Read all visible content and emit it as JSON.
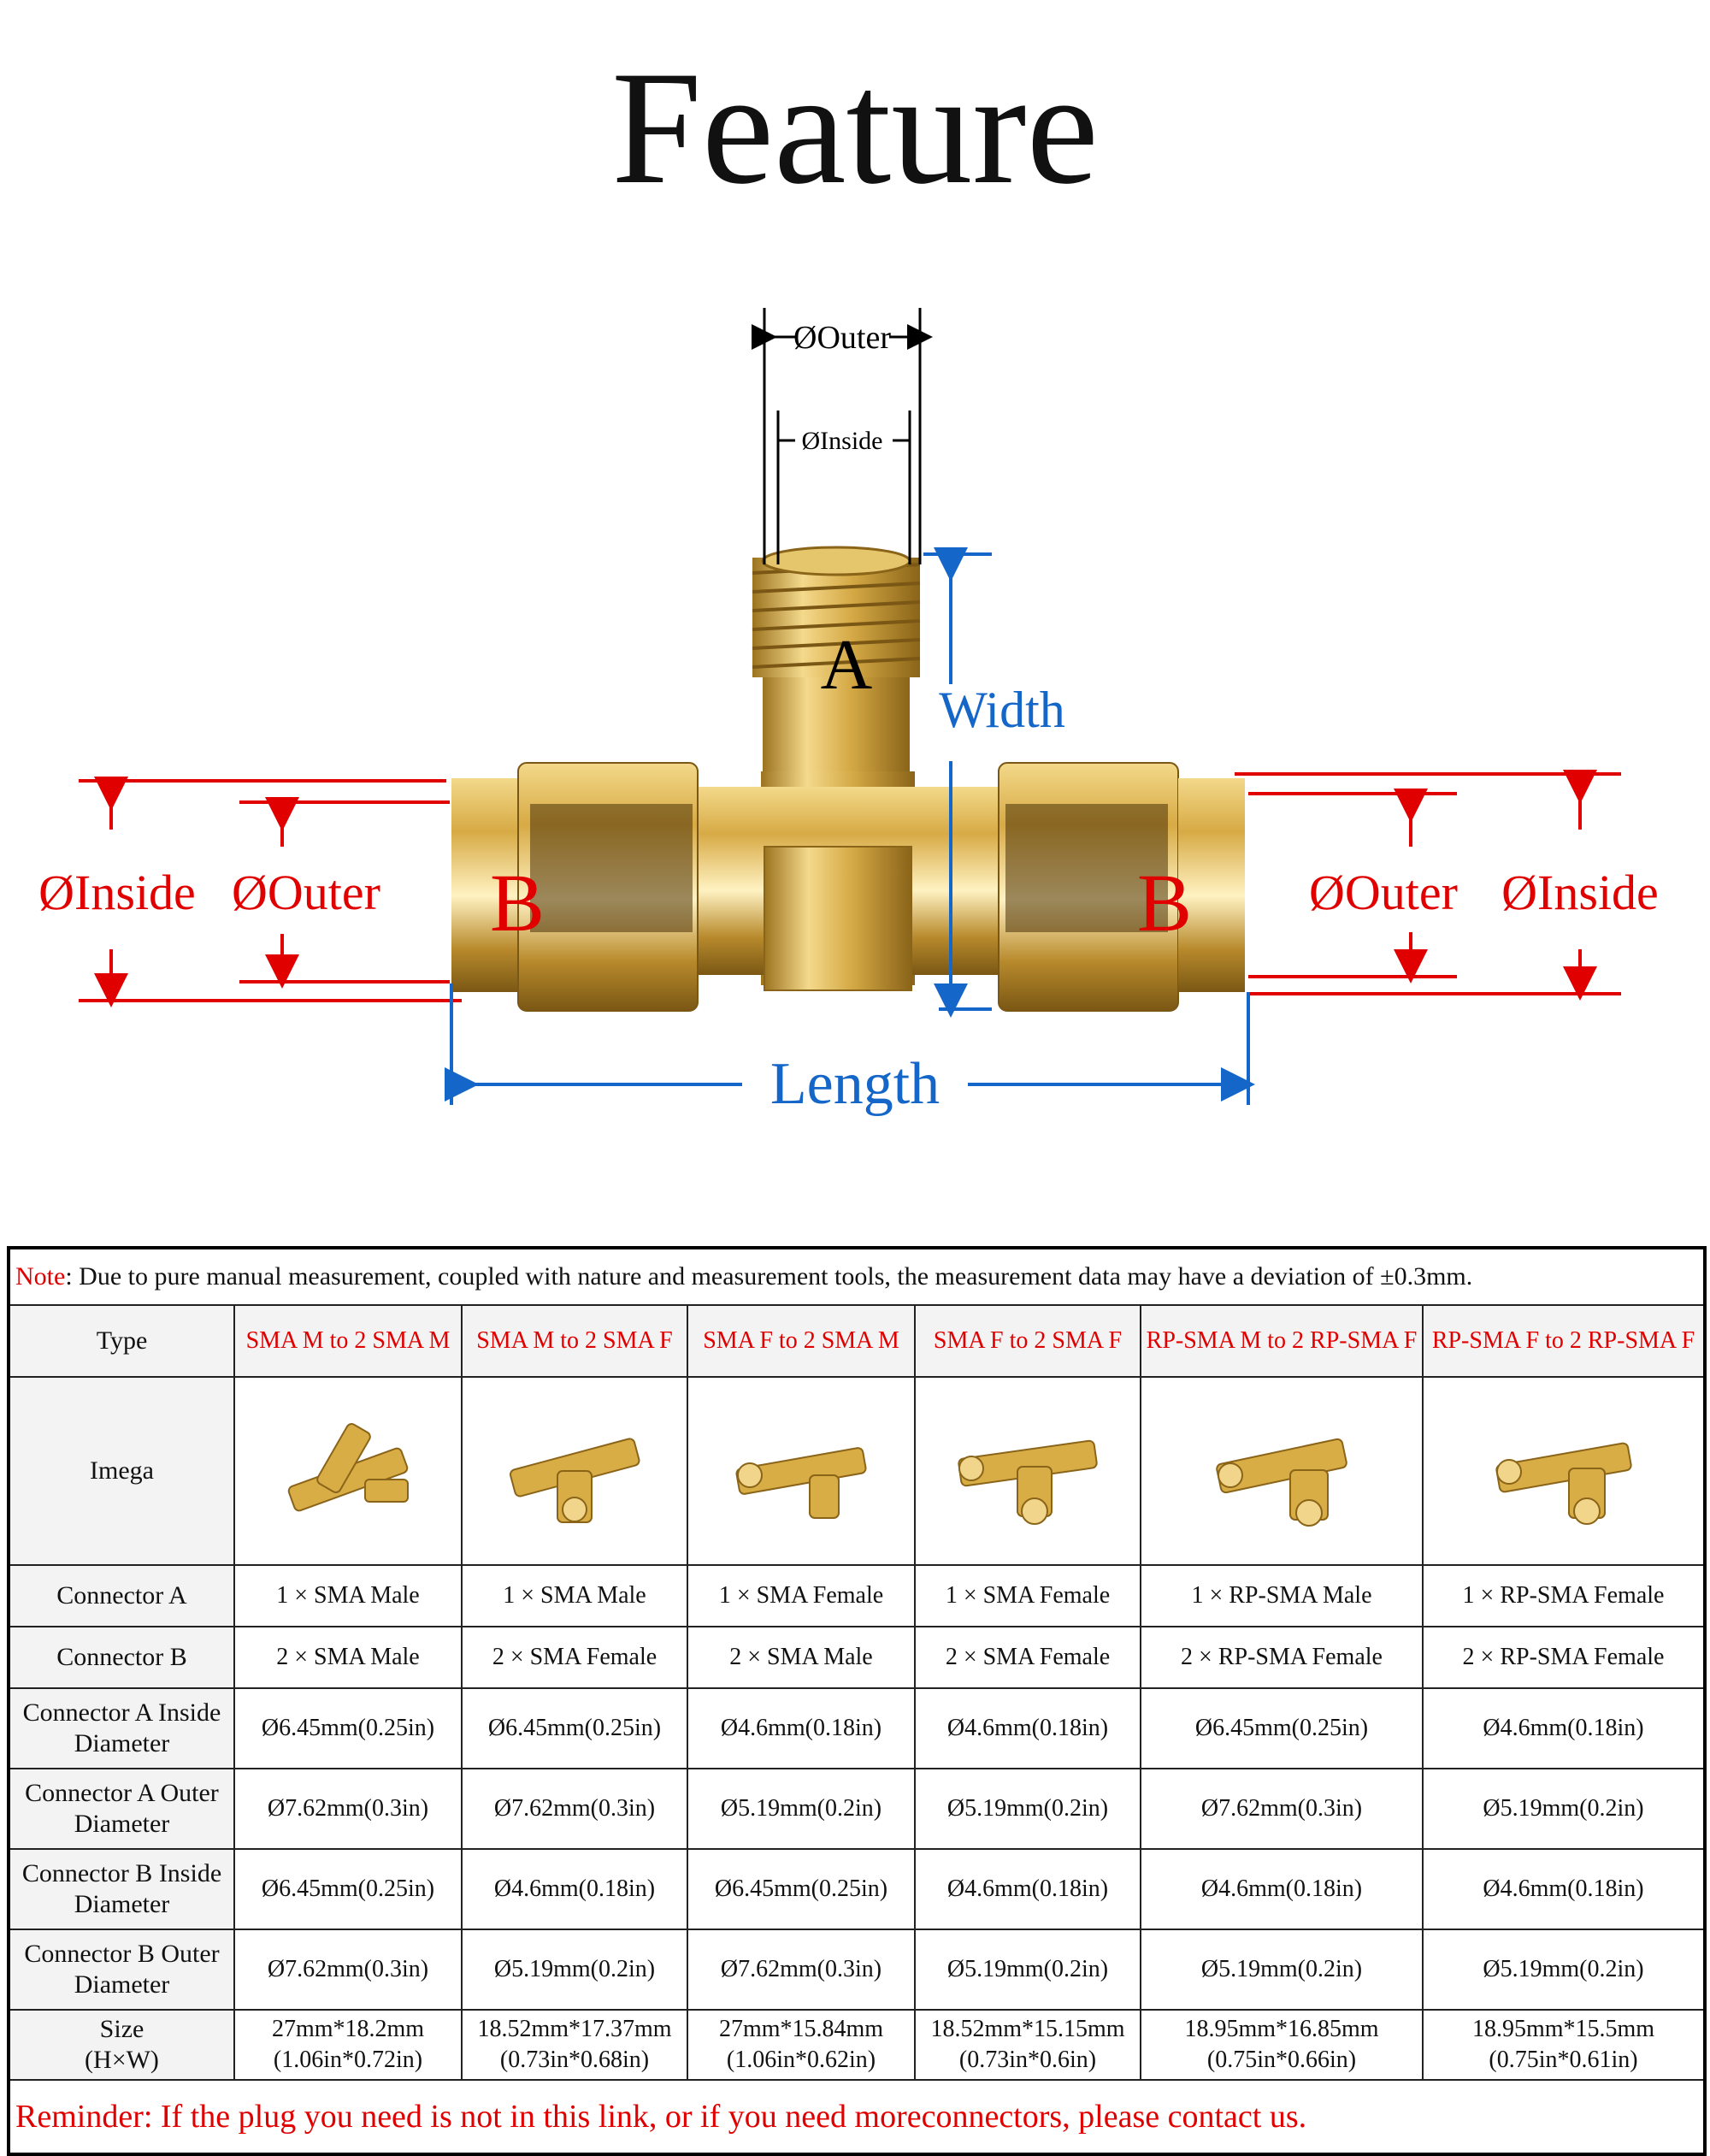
{
  "title": "Feature",
  "diagram": {
    "top_outer": "ØOuter",
    "top_inside": "ØInside",
    "label_a": "A",
    "width": "Width",
    "left_inside": "ØInside",
    "left_outer": "ØOuter",
    "label_b_left": "B",
    "label_b_right": "B",
    "right_outer": "ØOuter",
    "right_inside": "ØInside",
    "length": "Length",
    "colors": {
      "red": "#e00000",
      "blue": "#1466c8",
      "gold": "#c9a23a"
    }
  },
  "table": {
    "note_prefix": "Note",
    "note_text": ": Due to pure manual measurement, coupled with nature and measurement tools, the measurement data may have a deviation of ±0.3mm.",
    "type_label": "Type",
    "types": [
      "SMA M to 2 SMA M",
      "SMA M to 2 SMA F",
      "SMA F to 2 SMA M",
      "SMA F to 2 SMA F",
      "RP-SMA M to 2 RP-SMA F",
      "RP-SMA F to 2 RP-SMA F"
    ],
    "image_label": "Imega",
    "conn_a_label": "Connector A",
    "conn_a": [
      "1 × SMA Male",
      "1 × SMA Male",
      "1 × SMA Female",
      "1 × SMA Female",
      "1 × RP-SMA Male",
      "1 × RP-SMA Female"
    ],
    "conn_b_label": "Connector B",
    "conn_b": [
      "2 × SMA Male",
      "2 × SMA Female",
      "2 × SMA Male",
      "2 × SMA Female",
      "2 × RP-SMA Female",
      "2 × RP-SMA Female"
    ],
    "a_inside_label": [
      "Connector A Inside",
      "Diameter"
    ],
    "a_inside": [
      "Ø6.45mm(0.25in)",
      "Ø6.45mm(0.25in)",
      "Ø4.6mm(0.18in)",
      "Ø4.6mm(0.18in)",
      "Ø6.45mm(0.25in)",
      "Ø4.6mm(0.18in)"
    ],
    "a_outer_label": [
      "Connector A Outer",
      "Diameter"
    ],
    "a_outer": [
      "Ø7.62mm(0.3in)",
      "Ø7.62mm(0.3in)",
      "Ø5.19mm(0.2in)",
      "Ø5.19mm(0.2in)",
      "Ø7.62mm(0.3in)",
      "Ø5.19mm(0.2in)"
    ],
    "b_inside_label": [
      "Connector B Inside",
      "Diameter"
    ],
    "b_inside": [
      "Ø6.45mm(0.25in)",
      "Ø4.6mm(0.18in)",
      "Ø6.45mm(0.25in)",
      "Ø4.6mm(0.18in)",
      "Ø4.6mm(0.18in)",
      "Ø4.6mm(0.18in)"
    ],
    "b_outer_label": [
      "Connector B Outer",
      "Diameter"
    ],
    "b_outer": [
      "Ø7.62mm(0.3in)",
      "Ø5.19mm(0.2in)",
      "Ø7.62mm(0.3in)",
      "Ø5.19mm(0.2in)",
      "Ø5.19mm(0.2in)",
      "Ø5.19mm(0.2in)"
    ],
    "size_label": [
      "Size",
      "(H×W)"
    ],
    "size_mm": [
      "27mm*18.2mm",
      "18.52mm*17.37mm",
      "27mm*15.84mm",
      "18.52mm*15.15mm",
      "18.95mm*16.85mm",
      "18.95mm*15.5mm"
    ],
    "size_in": [
      "(1.06in*0.72in)",
      "(0.73in*0.68in)",
      "(1.06in*0.62in)",
      "(0.73in*0.6in)",
      "(0.75in*0.66in)",
      "(0.75in*0.61in)"
    ],
    "reminder": "Reminder: If the plug you need is not in this link, or if you need moreconnectors, please contact us."
  }
}
